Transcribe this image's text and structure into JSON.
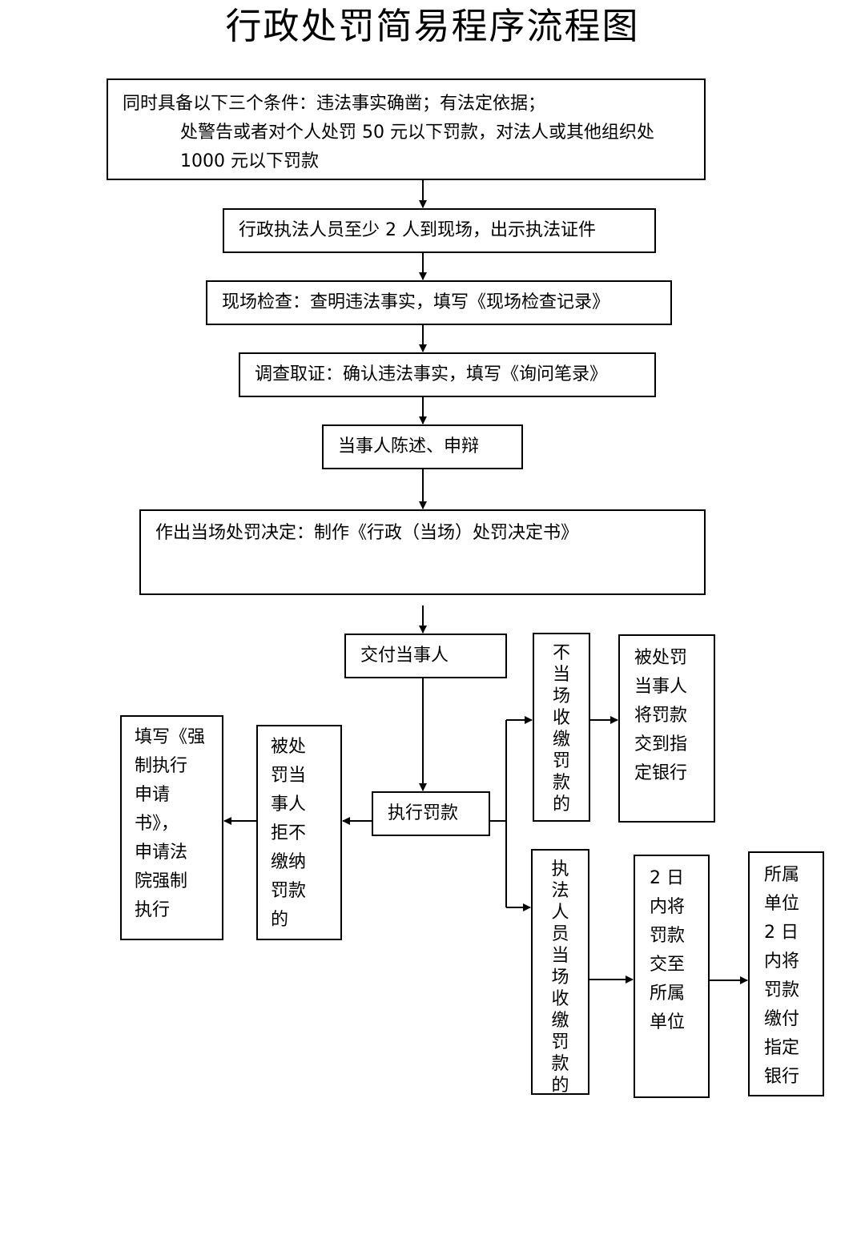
{
  "title": "行政处罚简易程序流程图",
  "conditions": {
    "line1": "同时具备以下三个条件：违法事实确凿；有法定依据；",
    "line2": "处警告或者对个人处罚 50 元以下罚款，对法人或其他组织处",
    "line3": "1000 元以下罚款"
  },
  "steps": {
    "officers": "行政执法人员至少 2 人到现场，出示执法证件",
    "inspection": "现场检查：查明违法事实，填写《现场检查记录》",
    "investigation": "调查取证：确认违法事实，填写《询问笔录》",
    "statement": "当事人陈述、申辩",
    "decision": "作出当场处罚决定：制作《行政（当场）处罚决定书》",
    "deliver": "交付当事人",
    "execute": "执行罚款"
  },
  "branches": {
    "enforce_court": [
      "填写《强",
      "制执行",
      "申请",
      "书》，",
      "申请法",
      "院强制",
      "执行"
    ],
    "refuse_pay": [
      "被处",
      "罚当",
      "事人",
      "拒不",
      "缴纳",
      "罚款",
      "的"
    ],
    "not_collected": "不当场收缴罚款的",
    "pay_bank": [
      "被处罚",
      "当事人",
      "将罚款",
      "交到指",
      "定银行"
    ],
    "collected": "执法人员当场收缴罚款的",
    "hand_in_unit": [
      "2 日",
      "内将",
      "罚款",
      "交至",
      "所属",
      "单位"
    ],
    "unit_to_bank": [
      "所属",
      "单位",
      "2 日",
      "内将",
      "罚款",
      "缴付",
      "指定",
      "银行"
    ]
  }
}
